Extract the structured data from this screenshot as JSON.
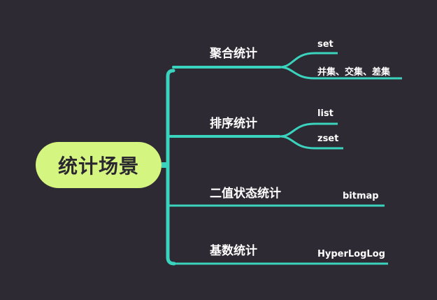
{
  "colors": {
    "background": "#2e2a33",
    "root_fill": "#d4f57f",
    "root_text": "#2b2730",
    "link": "#3ad3be",
    "text": "#ffffff"
  },
  "mindmap": {
    "root": "统计场景",
    "branches": [
      {
        "label": "聚合统计",
        "children": [
          "set",
          "并集、交集、差集"
        ]
      },
      {
        "label": "排序统计",
        "children": [
          "list",
          "zset"
        ]
      },
      {
        "label": "二值状态统计",
        "children": [
          "bitmap"
        ]
      },
      {
        "label": "基数统计",
        "children": [
          "HyperLogLog"
        ]
      }
    ]
  }
}
